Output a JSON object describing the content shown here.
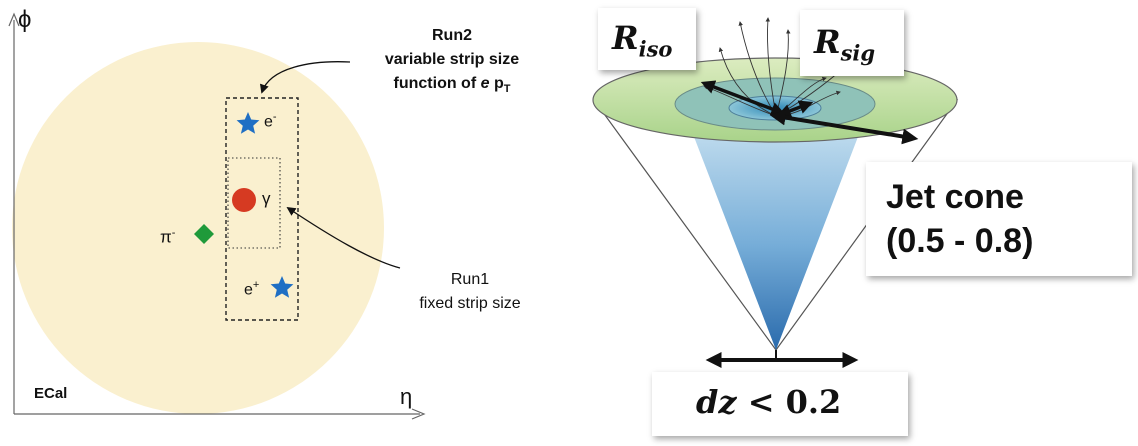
{
  "left_panel": {
    "axis_y_label": "ϕ",
    "axis_x_label": "η",
    "ecal_label": "ECal",
    "run2_lines": [
      "Run2",
      "variable strip size"
    ],
    "run2_line3_prefix": "function of ",
    "run2_line3_e": "e",
    "run2_line3_p": " p",
    "run2_line3_sub": "T",
    "run1_lines": [
      "Run1",
      "fixed strip size"
    ],
    "e_minus_label": "e",
    "e_minus_sup": "-",
    "e_plus_label": "e",
    "e_plus_sup": "+",
    "gamma_label": "γ",
    "pi_label": "π",
    "pi_sup": "-",
    "colors": {
      "ecal_fill": "#faf0cf",
      "star": "#1f6fc4",
      "photon": "#d63a22",
      "pion": "#1f9a3a"
    }
  },
  "right_panel": {
    "r_iso_main": "R",
    "r_iso_sub": "iso",
    "r_sig_main": "R",
    "r_sig_sub": "sig",
    "jet_cone_lines": [
      "Jet cone",
      "(0.5 - 0.8)"
    ],
    "dz_var": "dz",
    "dz_rest": " < 0.2",
    "colors": {
      "outer_ring": "#cfe6b0",
      "inner_core": "#5aa5c8",
      "cone_blue": "#2f7fc0"
    }
  }
}
